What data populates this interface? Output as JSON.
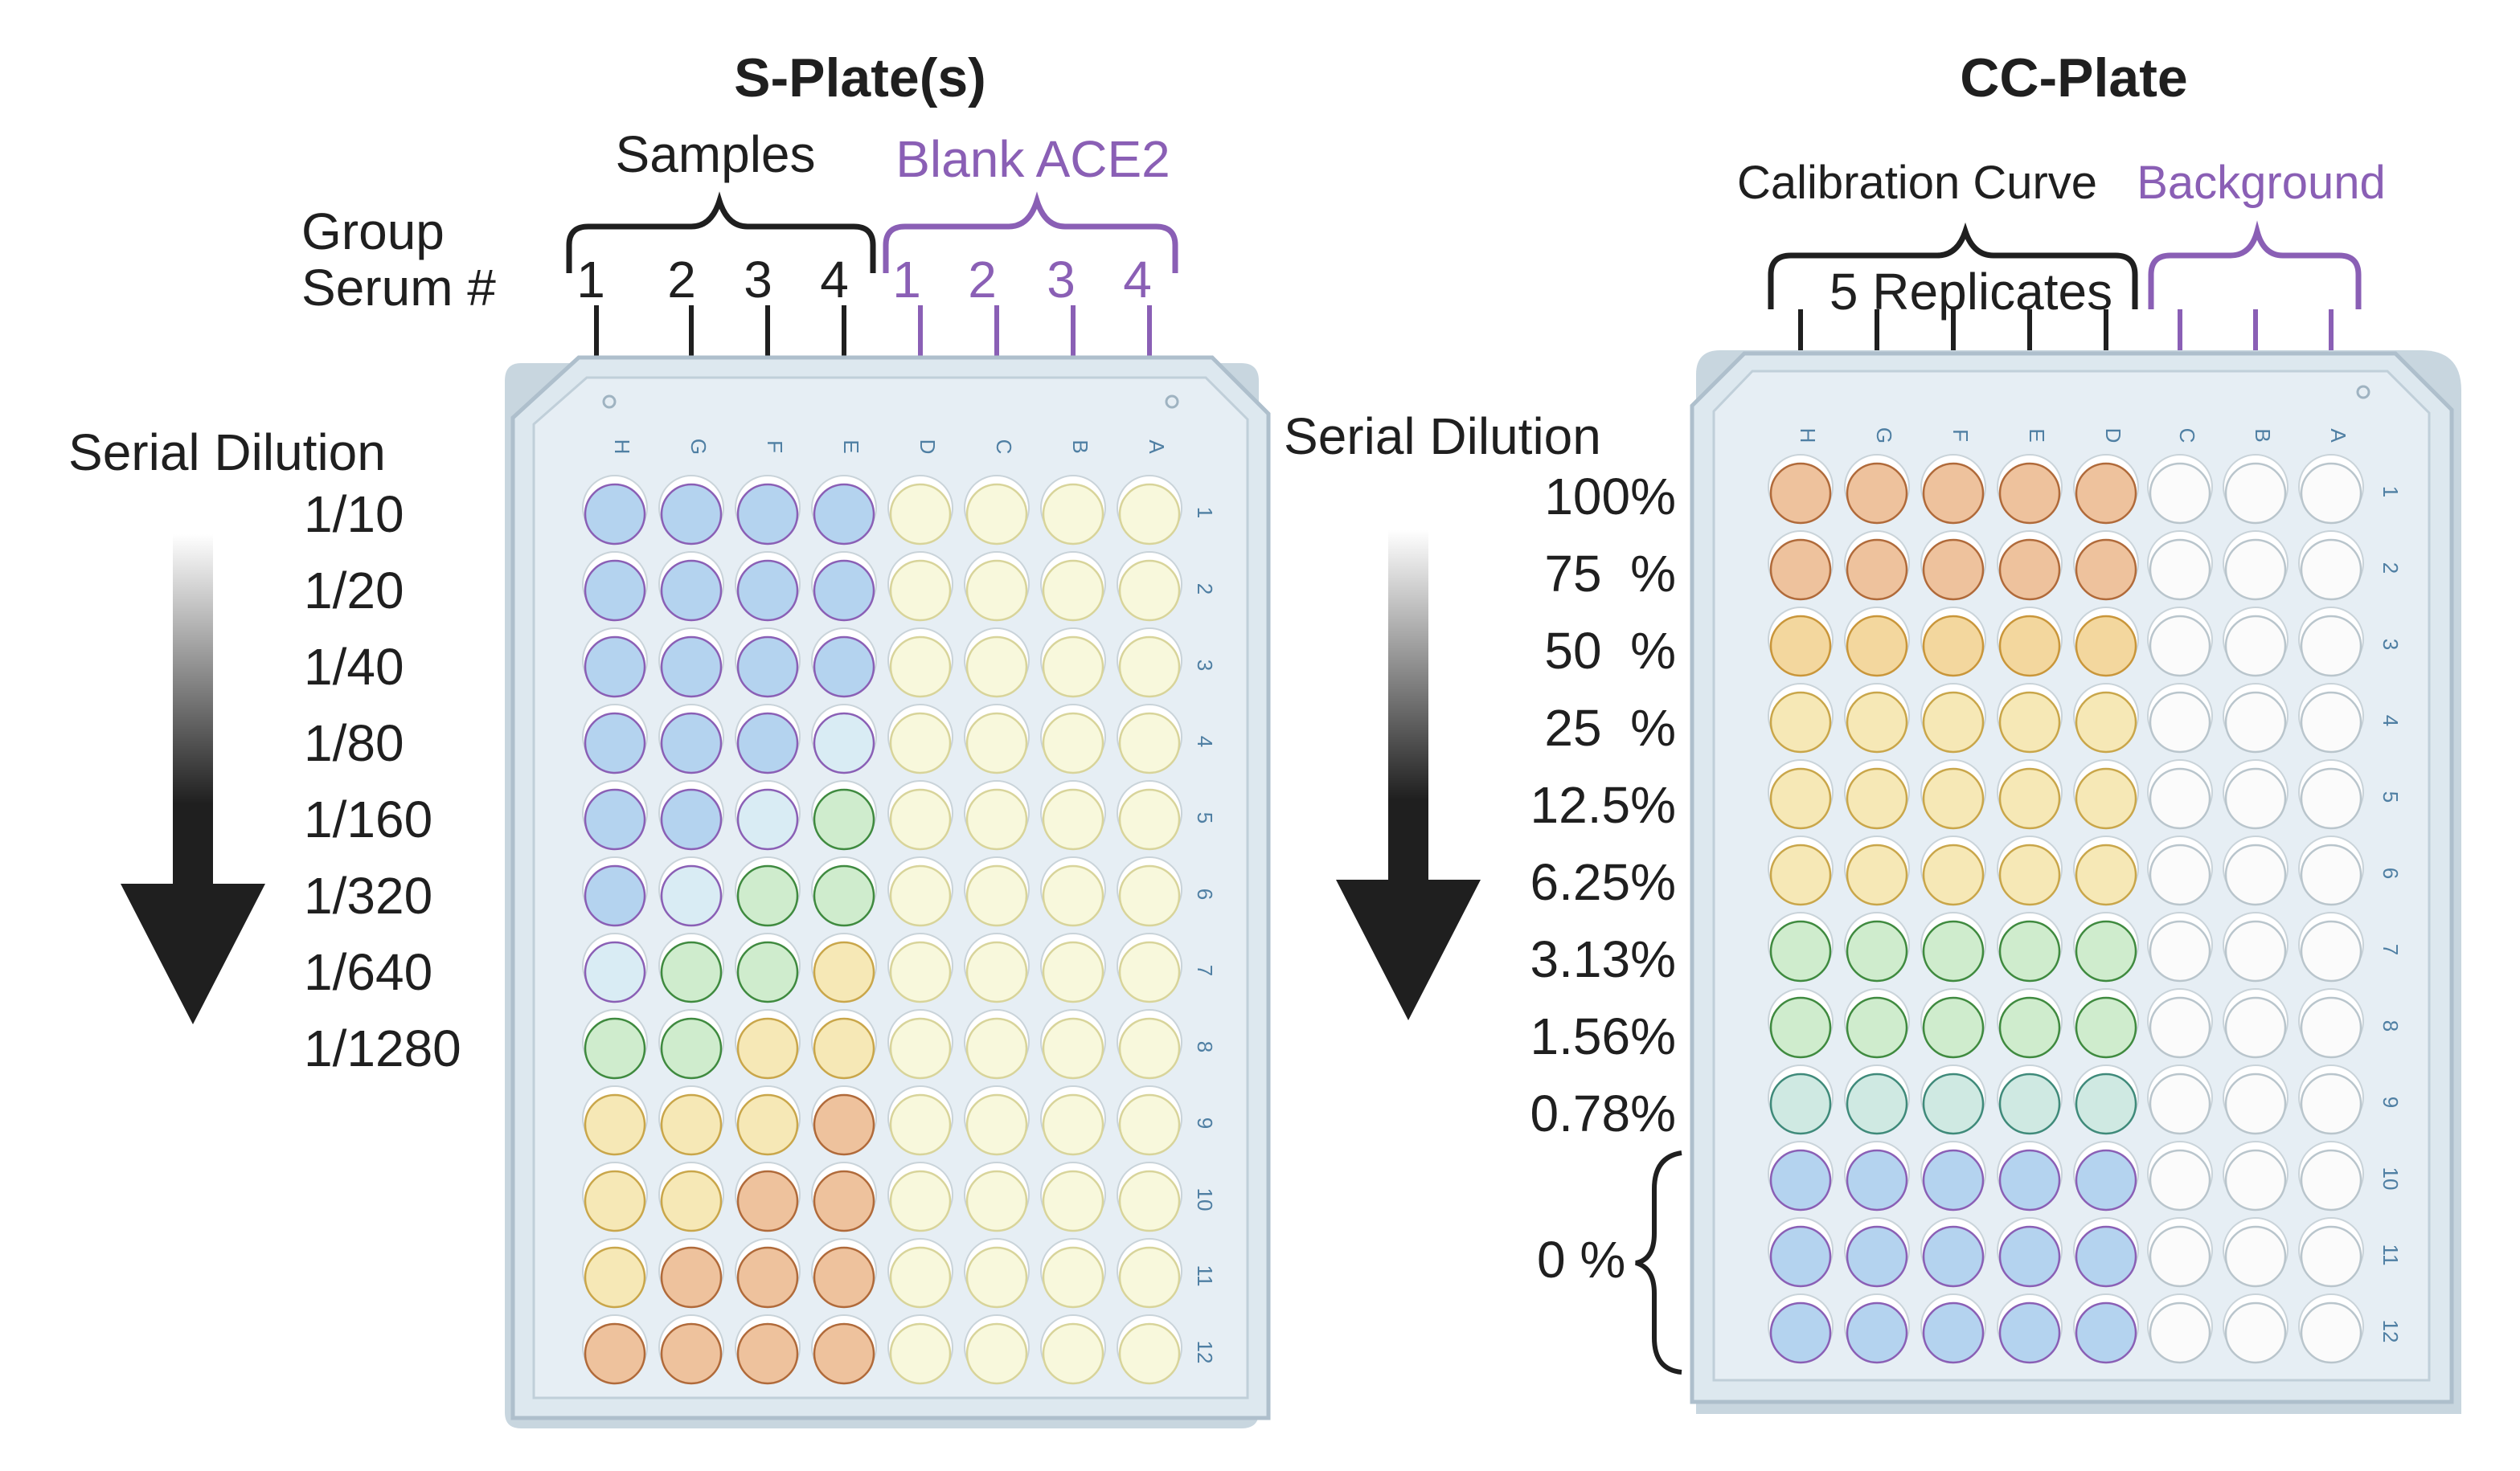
{
  "colors": {
    "ink": "#1f1f1f",
    "purple": "#8a5fb5",
    "plate_fill": "#dde8ef",
    "plate_edge": "#aebfcc",
    "plate_inner": "#e6eef4",
    "plate_label": "#4f7fa3",
    "blue": "#b4d3ef",
    "lightblue": "#d9ecf4",
    "green": "#cfeccd",
    "paleyellow": "#f8f8dc",
    "yellow": "#f6e8b6",
    "gold": "#f3d79e",
    "orange": "#eec29d",
    "teal": "#cfe9e2",
    "white": "#fbfbfb"
  },
  "splate": {
    "title": "S-Plate(s)",
    "samples_label": "Samples",
    "blank_label": "Blank ACE2",
    "group_label_1": "Group",
    "group_label_2": "Serum #",
    "sample_numbers": [
      "1",
      "2",
      "3",
      "4"
    ],
    "blank_numbers": [
      "1",
      "2",
      "3",
      "4"
    ],
    "column_letters": [
      "H",
      "G",
      "F",
      "E",
      "D",
      "C",
      "B",
      "A"
    ],
    "row_numbers": [
      "1",
      "2",
      "3",
      "4",
      "5",
      "6",
      "7",
      "8",
      "9",
      "10",
      "11",
      "12"
    ],
    "serial_dilution_label": "Serial Dilution",
    "dilutions": [
      "1/10",
      "1/20",
      "1/40",
      "1/80",
      "1/160",
      "1/320",
      "1/640",
      "1/1280"
    ],
    "wells": [
      [
        "blue",
        "blue",
        "blue",
        "blue",
        "paleyellow",
        "paleyellow",
        "paleyellow",
        "paleyellow"
      ],
      [
        "blue",
        "blue",
        "blue",
        "blue",
        "paleyellow",
        "paleyellow",
        "paleyellow",
        "paleyellow"
      ],
      [
        "blue",
        "blue",
        "blue",
        "blue",
        "paleyellow",
        "paleyellow",
        "paleyellow",
        "paleyellow"
      ],
      [
        "blue",
        "blue",
        "blue",
        "lightblue",
        "paleyellow",
        "paleyellow",
        "paleyellow",
        "paleyellow"
      ],
      [
        "blue",
        "blue",
        "lightblue",
        "green",
        "paleyellow",
        "paleyellow",
        "paleyellow",
        "paleyellow"
      ],
      [
        "blue",
        "lightblue",
        "green",
        "green",
        "paleyellow",
        "paleyellow",
        "paleyellow",
        "paleyellow"
      ],
      [
        "lightblue",
        "green",
        "green",
        "yellow",
        "paleyellow",
        "paleyellow",
        "paleyellow",
        "paleyellow"
      ],
      [
        "green",
        "green",
        "yellow",
        "yellow",
        "paleyellow",
        "paleyellow",
        "paleyellow",
        "paleyellow"
      ],
      [
        "yellow",
        "yellow",
        "yellow",
        "orange",
        "paleyellow",
        "paleyellow",
        "paleyellow",
        "paleyellow"
      ],
      [
        "yellow",
        "yellow",
        "orange",
        "orange",
        "paleyellow",
        "paleyellow",
        "paleyellow",
        "paleyellow"
      ],
      [
        "yellow",
        "orange",
        "orange",
        "orange",
        "paleyellow",
        "paleyellow",
        "paleyellow",
        "paleyellow"
      ],
      [
        "orange",
        "orange",
        "orange",
        "orange",
        "paleyellow",
        "paleyellow",
        "paleyellow",
        "paleyellow"
      ]
    ]
  },
  "ccplate": {
    "title": "CC-Plate",
    "calibration_label": "Calibration Curve",
    "background_label": "Background",
    "replicates_label": "5 Replicates",
    "column_letters": [
      "H",
      "G",
      "F",
      "E",
      "D",
      "C",
      "B",
      "A"
    ],
    "row_numbers": [
      "1",
      "2",
      "3",
      "4",
      "5",
      "6",
      "7",
      "8",
      "9",
      "10",
      "11",
      "12"
    ],
    "serial_dilution_label": "Serial Dilution",
    "concentrations": [
      "100%",
      "75  %",
      "50  %",
      "25  %",
      "12.5%",
      "6.25%",
      "3.13%",
      "1.56%",
      "0.78%"
    ],
    "zero_label": "0 %",
    "wells": [
      [
        "orange",
        "orange",
        "orange",
        "orange",
        "orange",
        "white",
        "white",
        "white"
      ],
      [
        "orange",
        "orange",
        "orange",
        "orange",
        "orange",
        "white",
        "white",
        "white"
      ],
      [
        "gold",
        "gold",
        "gold",
        "gold",
        "gold",
        "white",
        "white",
        "white"
      ],
      [
        "yellow",
        "yellow",
        "yellow",
        "yellow",
        "yellow",
        "white",
        "white",
        "white"
      ],
      [
        "yellow",
        "yellow",
        "yellow",
        "yellow",
        "yellow",
        "white",
        "white",
        "white"
      ],
      [
        "yellow",
        "yellow",
        "yellow",
        "yellow",
        "yellow",
        "white",
        "white",
        "white"
      ],
      [
        "green",
        "green",
        "green",
        "green",
        "green",
        "white",
        "white",
        "white"
      ],
      [
        "green",
        "green",
        "green",
        "green",
        "green",
        "white",
        "white",
        "white"
      ],
      [
        "teal",
        "teal",
        "teal",
        "teal",
        "teal",
        "white",
        "white",
        "white"
      ],
      [
        "blue",
        "blue",
        "blue",
        "blue",
        "blue",
        "white",
        "white",
        "white"
      ],
      [
        "blue",
        "blue",
        "blue",
        "blue",
        "blue",
        "white",
        "white",
        "white"
      ],
      [
        "blue",
        "blue",
        "blue",
        "blue",
        "blue",
        "white",
        "white",
        "white"
      ]
    ]
  }
}
